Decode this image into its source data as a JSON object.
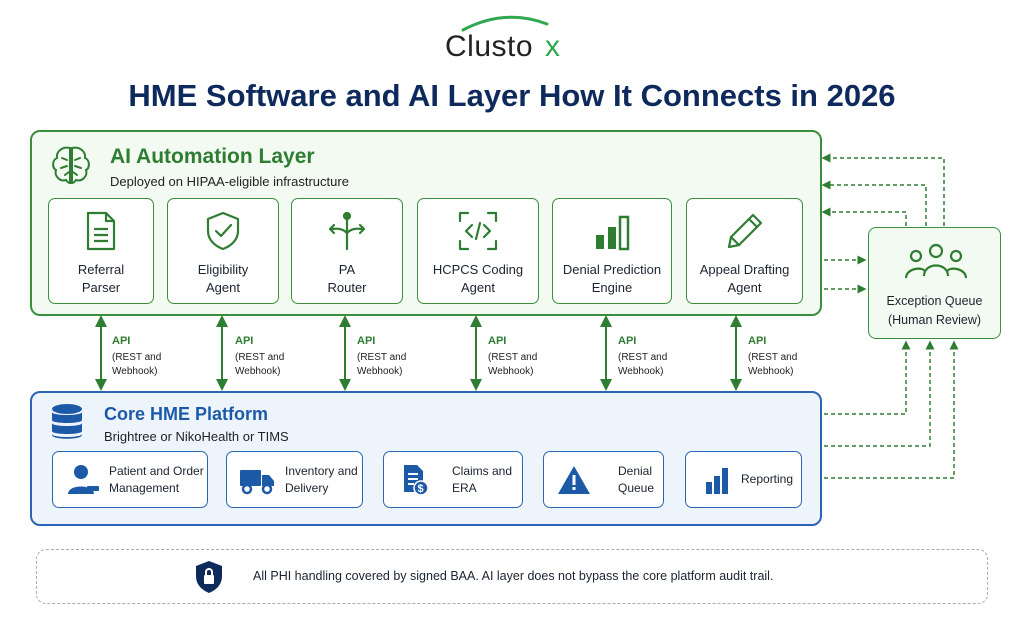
{
  "logo": {
    "text": "Clusto",
    "x_letter": "x"
  },
  "title": "HME Software and AI Layer How It Connects in 2026",
  "ai_layer": {
    "title": "AI Automation Layer",
    "subtitle": "Deployed on HIPAA-eligible infrastructure",
    "agents": [
      {
        "label": "Referral\nParser",
        "icon": "document-icon"
      },
      {
        "label": "Eligibility\nAgent",
        "icon": "shield-check-icon"
      },
      {
        "label": "PA\nRouter",
        "icon": "router-arrows-icon"
      },
      {
        "label": "HCPCS Coding\nAgent",
        "icon": "code-brackets-icon"
      },
      {
        "label": "Denial Prediction\nEngine",
        "icon": "bar-chart-icon"
      },
      {
        "label": "Appeal Drafting\nAgent",
        "icon": "pencil-icon"
      }
    ]
  },
  "api": {
    "label": "API",
    "sub": "(REST and\nWebhook)"
  },
  "core": {
    "title": "Core HME Platform",
    "subtitle": "Brightree or NikoHealth or TIMS",
    "modules": [
      {
        "label": "Patient and Order\nManagement",
        "icon": "user-icon"
      },
      {
        "label": "Inventory and\nDelivery",
        "icon": "truck-icon"
      },
      {
        "label": "Claims and\nERA",
        "icon": "claims-dollar-icon"
      },
      {
        "label": "Denial\nQueue",
        "icon": "warning-icon"
      },
      {
        "label": "Reporting",
        "icon": "reporting-chart-icon"
      }
    ]
  },
  "exception": {
    "label": "Exception Queue\n(Human Review)",
    "icon": "people-group-icon"
  },
  "footer": {
    "text": "All PHI handling covered by signed BAA. AI layer does not bypass the core platform audit trail.",
    "icon": "lock-shield-icon"
  },
  "colors": {
    "green": "#3a8f3d",
    "blue": "#2a66b5",
    "navy": "#0e2a5c"
  }
}
